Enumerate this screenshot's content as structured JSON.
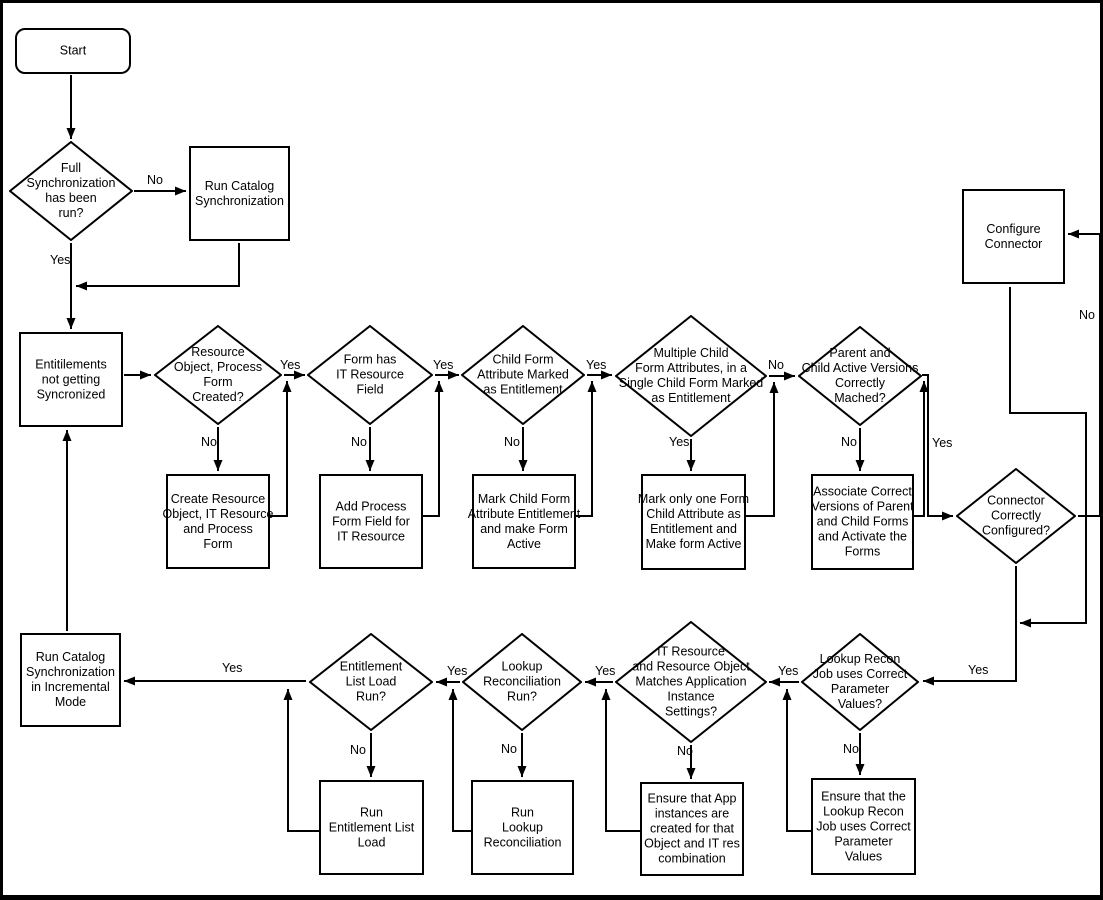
{
  "diagram": {
    "kind": "flowchart",
    "colors": {
      "line": "#000000",
      "node_fill": "#ffffff",
      "background": "#ffffff",
      "text": "#000000"
    },
    "nodes": {
      "start": {
        "label": "Start",
        "shape": "rounded-rect"
      },
      "full_sync_run": {
        "label": "Full\nSynchronization\nhas been\nrun?",
        "shape": "diamond"
      },
      "run_catalog_sync": {
        "label": "Run Catalog\nSynchronization",
        "shape": "rect"
      },
      "entitlements_not_synced": {
        "label": "Entitilements\nnot getting\nSyncronized",
        "shape": "rect"
      },
      "resource_object_created": {
        "label": "Resource\nObject, Process\nForm\nCreated?",
        "shape": "diamond"
      },
      "create_resource_object": {
        "label": "Create Resource\nObject, IT Resource\nand Process\nForm",
        "shape": "rect"
      },
      "form_has_it_resource": {
        "label": "Form has\nIT Resource\nField",
        "shape": "diamond"
      },
      "add_process_form_field": {
        "label": "Add Process\nForm Field for\nIT Resource",
        "shape": "rect"
      },
      "child_form_attr_marked": {
        "label": "Child Form\nAttribute Marked\nas Entitlement",
        "shape": "diamond"
      },
      "mark_child_form_attr": {
        "label": "Mark Child Form\nAttribute Entitlement\nand make Form\nActive",
        "shape": "rect"
      },
      "multiple_child_attrs": {
        "label": "Multiple Child\nForm Attributes, in a\nSingle Child Form Marked\nas Entitlement",
        "shape": "diamond"
      },
      "mark_only_one_attr": {
        "label": "Mark only one Form\nChild Attribute as\nEntitlement and\nMake form Active",
        "shape": "rect"
      },
      "parent_child_versions": {
        "label": "Parent and\nChild Active Versions\nCorrectly\nMached?",
        "shape": "diamond"
      },
      "associate_correct_versions": {
        "label": "Associate Correct\nVersions of Parent\nand Child Forms\nand Activate the\nForms",
        "shape": "rect"
      },
      "configure_connector": {
        "label": "Configure\nConnector",
        "shape": "rect"
      },
      "connector_configured": {
        "label": "Connector\nCorrectly\nConfigured?",
        "shape": "diamond"
      },
      "lookup_recon_job_params": {
        "label": "Lookup Recon\nJob uses Correct\nParameter\nValues?",
        "shape": "diamond"
      },
      "ensure_lookup_params": {
        "label": "Ensure that the\nLookup Recon\nJob uses Correct\nParameter\nValues",
        "shape": "rect"
      },
      "it_resource_matches": {
        "label": "IT Resource\nand Resource Object\nMatches Application\nInstance\nSettings?",
        "shape": "diamond"
      },
      "ensure_app_instances": {
        "label": "Ensure that App\ninstances are\ncreated for that\nObject and IT res\ncombination",
        "shape": "rect"
      },
      "lookup_recon_run": {
        "label": "Lookup\nReconciliation\nRun?",
        "shape": "diamond"
      },
      "run_lookup_recon": {
        "label": "Run\nLookup\nReconciliation",
        "shape": "rect"
      },
      "entitlement_list_load_run": {
        "label": "Entitlement\nList Load\nRun?",
        "shape": "diamond"
      },
      "run_entitlement_list_load": {
        "label": "Run\nEntitlement List\nLoad",
        "shape": "rect"
      },
      "run_catalog_incremental": {
        "label": "Run Catalog\nSynchronization\nin Incremental\nMode",
        "shape": "rect"
      }
    },
    "edge_labels": {
      "full_sync_no": "No",
      "full_sync_yes": "Yes",
      "resource_object_yes": "Yes",
      "resource_object_no": "No",
      "form_it_yes": "Yes",
      "form_it_no": "No",
      "child_form_yes": "Yes",
      "child_form_no": "No",
      "multiple_child_no": "No",
      "multiple_child_yes": "Yes",
      "parent_child_no": "No",
      "parent_child_yes": "Yes",
      "connector_no": "No",
      "connector_yes": "Yes",
      "lookup_job_no": "No",
      "lookup_job_yes": "Yes",
      "it_resource_no": "No",
      "it_resource_yes": "Yes",
      "lookup_run_no": "No",
      "lookup_run_yes": "Yes",
      "entitlement_load_no": "No",
      "entitlement_load_yes": "Yes"
    }
  }
}
